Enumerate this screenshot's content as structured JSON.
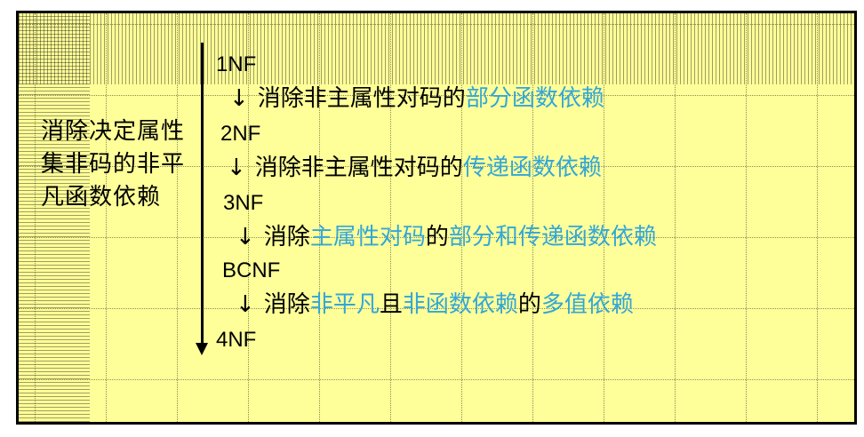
{
  "side_label": {
    "line1": "消除决定属性",
    "line2": "集非码的非平",
    "line3": "凡函数依赖"
  },
  "steps": {
    "nf1": "1NF",
    "nf2": "2NF",
    "nf3": "3NF",
    "bcnf": "BCNF",
    "nf4": "4NF",
    "t1": {
      "arrow": "↓",
      "a": "消除非主属性对码的",
      "b": "部分函数依赖"
    },
    "t2": {
      "arrow": "↓",
      "a": "消除非主属性对码的",
      "b": "传递函数依赖"
    },
    "t3": {
      "arrow": "↓",
      "a": "消除",
      "b": "主属性对码",
      "c": "的",
      "d": "部分和传递函数依赖"
    },
    "t4": {
      "arrow": "↓",
      "a": "消除",
      "b": "非平凡",
      "c": "且",
      "d": "非函数依赖",
      "e": "的",
      "f": "多值依赖"
    }
  },
  "colors": {
    "background": "#ffff99",
    "highlight": "#33a6d8",
    "text": "#000000"
  }
}
